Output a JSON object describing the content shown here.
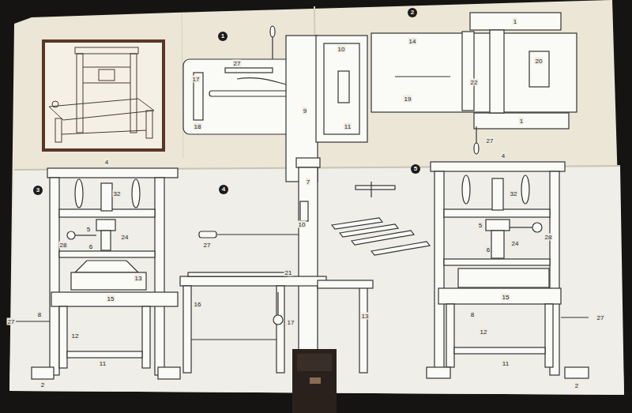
{
  "diagram": {
    "nodes": [
      {
        "text": [
          "1"
        ]
      },
      {
        "text": [
          "2"
        ]
      },
      {
        "text": [
          "3"
        ]
      },
      {
        "text": [
          "4"
        ]
      },
      {
        "text": [
          "5"
        ]
      }
    ],
    "labels": [
      "17",
      "27",
      "18",
      "9",
      "10",
      "11",
      "1",
      "14",
      "19",
      "22",
      "20",
      "1",
      "27",
      "4",
      "32",
      "5",
      "28",
      "24",
      "6",
      "13",
      "15",
      "8",
      "27",
      "12",
      "2",
      "11",
      "7",
      "27",
      "10",
      "21",
      "17",
      "16",
      "13",
      "4",
      "32",
      "5",
      "28",
      "24",
      "6",
      "15",
      "8",
      "27",
      "12",
      "2",
      "11"
    ]
  }
}
